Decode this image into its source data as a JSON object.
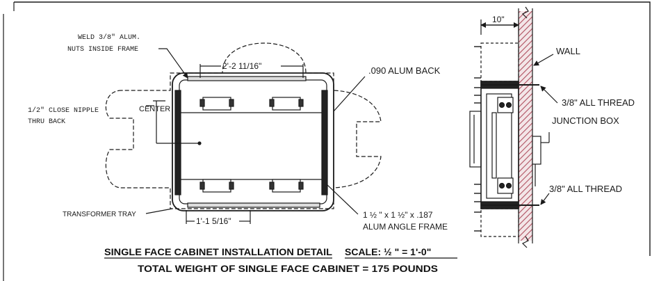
{
  "labels": {
    "weld_nuts_1": "WELD 3/8\" ALUM.",
    "weld_nuts_2": "NUTS INSIDE FRAME",
    "top_width": "2'-2 11/16\"",
    "alum_back": ".090 ALUM BACK",
    "center": "CENTER",
    "close_nipple_1": "1/2\" CLOSE NIPPLE",
    "close_nipple_2": "THRU BACK",
    "transformer_tray": "TRANSFORMER TRAY",
    "bottom_width": "1'-1 5/16\"",
    "angle_frame_1": "1 ½ \" x 1 ½\" x .187",
    "angle_frame_2": "ALUM ANGLE FRAME",
    "depth": "10\"",
    "wall": "WALL",
    "all_thread_top": "3/8\" ALL THREAD",
    "junction_box": "JUNCTION BOX",
    "all_thread_bottom": "3/8\" ALL THREAD"
  },
  "title": {
    "detail": "SINGLE FACE CABINET INSTALLATION DETAIL",
    "scale": "SCALE: ½ \" = 1'-0\"",
    "weight": "TOTAL WEIGHT OF SINGLE FACE CABINET = 175 POUNDS"
  },
  "colors": {
    "line": "#1a1a1a",
    "wall_hatch": "#b05060"
  }
}
